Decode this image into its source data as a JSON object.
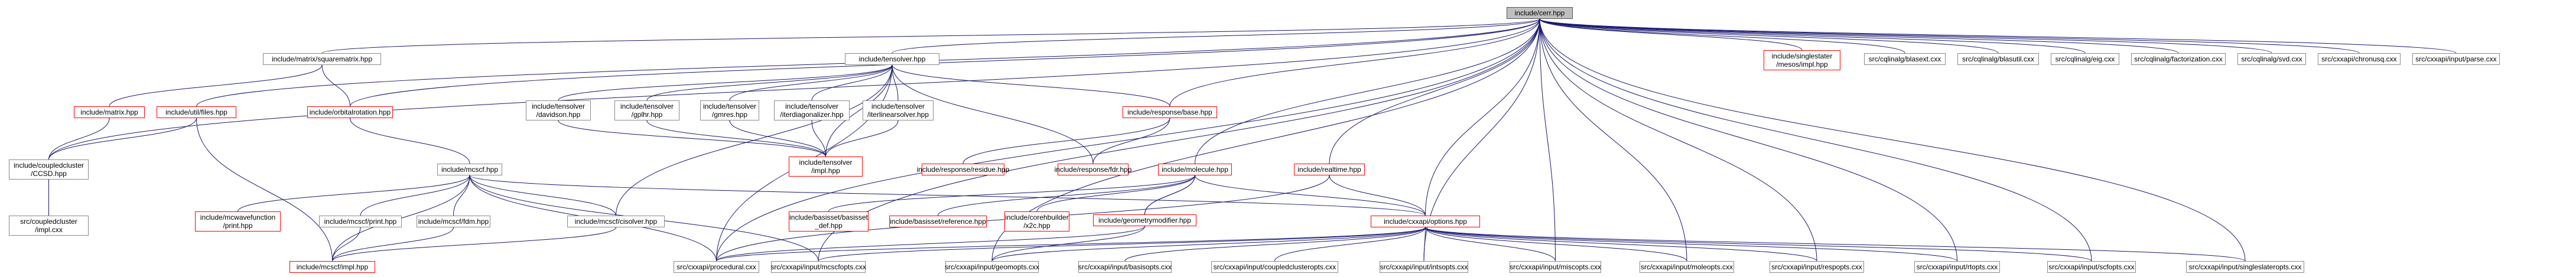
{
  "graph": {
    "nodes": [
      {
        "id": "n0",
        "lines": [
          "include/cxxapi/options.hpp"
        ],
        "red": true
      },
      {
        "id": "n1",
        "lines": [
          "include/matrix/squarematrix.hpp"
        ],
        "red": false
      },
      {
        "id": "n2",
        "lines": [
          "include/tensolver.hpp"
        ],
        "red": false
      },
      {
        "id": "n3",
        "lines": [
          "include/singlestater",
          "/mesos/impl.hpp"
        ],
        "red": true
      },
      {
        "id": "n4",
        "lines": [
          "src/cqlinalg/blasext.cxx"
        ],
        "red": false
      },
      {
        "id": "n5",
        "lines": [
          "src/cqlinalg/blasutil.cxx"
        ],
        "red": false
      },
      {
        "id": "n6",
        "lines": [
          "src/cqlinalg/eig.cxx"
        ],
        "red": false
      },
      {
        "id": "n7",
        "lines": [
          "src/cqlinalg/factorization.cxx"
        ],
        "red": false
      },
      {
        "id": "n8",
        "lines": [
          "src/cqlinalg/svd.cxx"
        ],
        "red": false
      },
      {
        "id": "n9",
        "lines": [
          "src/cxxapi/chronusq.cxx"
        ],
        "red": false
      },
      {
        "id": "n10",
        "lines": [
          "src/cxxapi/input/parse.cxx"
        ],
        "red": false
      },
      {
        "id": "n11",
        "lines": [
          "include/matrix.hpp"
        ],
        "red": true
      },
      {
        "id": "n12",
        "lines": [
          "include/util/files.hpp"
        ],
        "red": true
      },
      {
        "id": "n13",
        "lines": [
          "include/orbitalrotation.hpp"
        ],
        "red": true
      },
      {
        "id": "n14",
        "lines": [
          "include/tensolver",
          "/davidson.hpp"
        ],
        "red": false
      },
      {
        "id": "n15",
        "lines": [
          "include/tensolver",
          "/gplhr.hpp"
        ],
        "red": false
      },
      {
        "id": "n16",
        "lines": [
          "include/tensolver",
          "/gmres.hpp"
        ],
        "red": false
      },
      {
        "id": "n17",
        "lines": [
          "include/tensolver",
          "/iterdiagonalizer.hpp"
        ],
        "red": false
      },
      {
        "id": "n18",
        "lines": [
          "include/tensolver",
          "/iterlinearsolver.hpp"
        ],
        "red": false
      },
      {
        "id": "n19",
        "lines": [
          "include/response/base.hpp"
        ],
        "red": true
      },
      {
        "id": "n20",
        "lines": [
          "include/coupledcluster",
          "/CCSD.hpp"
        ],
        "red": false
      },
      {
        "id": "n21",
        "lines": [
          "include/mcscf.hpp"
        ],
        "red": false
      },
      {
        "id": "n22",
        "lines": [
          "include/tensolver",
          "/impl.hpp"
        ],
        "red": true
      },
      {
        "id": "n23",
        "lines": [
          "include/response/residue.hpp"
        ],
        "red": true
      },
      {
        "id": "n24",
        "lines": [
          "include/response/fdr.hpp"
        ],
        "red": true
      },
      {
        "id": "n25",
        "lines": [
          "include/molecule.hpp"
        ],
        "red": true
      },
      {
        "id": "n26",
        "lines": [
          "include/realtime.hpp"
        ],
        "red": true
      },
      {
        "id": "n27",
        "lines": [
          "src/coupledcluster",
          "/impl.cxx"
        ],
        "red": false
      },
      {
        "id": "n28",
        "lines": [
          "include/mcwavefunction",
          "/print.hpp"
        ],
        "red": true
      },
      {
        "id": "n29",
        "lines": [
          "include/mcscf/print.hpp"
        ],
        "red": false
      },
      {
        "id": "n30",
        "lines": [
          "include/mcscf/fdm.hpp"
        ],
        "red": false
      },
      {
        "id": "n31",
        "lines": [
          "include/mcscf/cisolver.hpp"
        ],
        "red": false
      },
      {
        "id": "n32",
        "lines": [
          "include/basisset/basisset",
          "_def.hpp"
        ],
        "red": true
      },
      {
        "id": "n33",
        "lines": [
          "include/basisset/reference.hpp"
        ],
        "red": true
      },
      {
        "id": "n34",
        "lines": [
          "include/corehbuilder",
          "/x2c.hpp"
        ],
        "red": true
      },
      {
        "id": "n35",
        "lines": [
          "include/geometrymodifier.hpp"
        ],
        "red": true
      },
      {
        "id": "n36",
        "lines": [
          "include/cxxapi/options.hpp"
        ],
        "red": true
      },
      {
        "id": "n37",
        "lines": [
          "include/mcscf/impl.hpp"
        ],
        "red": true
      },
      {
        "id": "n38",
        "lines": [
          "src/cxxapi/procedural.cxx"
        ],
        "red": false
      },
      {
        "id": "n39",
        "lines": [
          "src/cxxapi/input/mcscfopts.cxx"
        ],
        "red": false
      },
      {
        "id": "n40",
        "lines": [
          "src/cxxapi/input/geomopts.cxx"
        ],
        "red": false
      },
      {
        "id": "n41",
        "lines": [
          "src/cxxapi/input/basisopts.cxx"
        ],
        "red": false
      },
      {
        "id": "n42",
        "lines": [
          "src/cxxapi/input/coupledclusteropts.cxx"
        ],
        "red": false
      },
      {
        "id": "n43",
        "lines": [
          "src/cxxapi/input/intsopts.cxx"
        ],
        "red": false
      },
      {
        "id": "n44",
        "lines": [
          "src/cxxapi/input/miscopts.cxx"
        ],
        "red": false
      },
      {
        "id": "n45",
        "lines": [
          "src/cxxapi/input/moleopts.cxx"
        ],
        "red": false
      },
      {
        "id": "n46",
        "lines": [
          "src/cxxapi/input/respopts.cxx"
        ],
        "red": false
      },
      {
        "id": "n47",
        "lines": [
          "src/cxxapi/input/rtopts.cxx"
        ],
        "red": false
      },
      {
        "id": "n48",
        "lines": [
          "src/cxxapi/input/scfopts.cxx"
        ],
        "red": false
      },
      {
        "id": "n49",
        "lines": [
          "src/cxxapi/input/singleslateropts.cxx"
        ],
        "red": false
      }
    ],
    "root_label": "include/cerr.hpp",
    "colors": {
      "edge": "#191970",
      "red_border": "#ff0000",
      "normal_border": "#8a8a8a",
      "root_fill": "#bfbfbf"
    }
  }
}
